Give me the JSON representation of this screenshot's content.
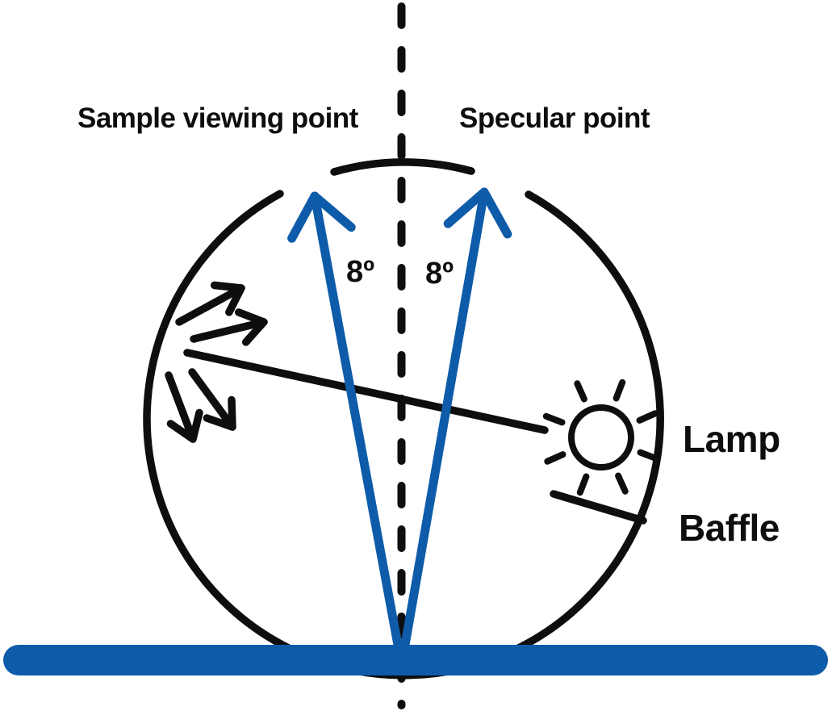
{
  "labels": {
    "sample_viewing_point": "Sample viewing point",
    "specular_point": "Specular point",
    "angle_left": "8º",
    "angle_right": "8º",
    "lamp": "Lamp",
    "baffle": "Baffle"
  },
  "colors": {
    "accent_blue": "#0e5ca9",
    "ink": "#0e0e0e",
    "background": "#ffffff"
  }
}
